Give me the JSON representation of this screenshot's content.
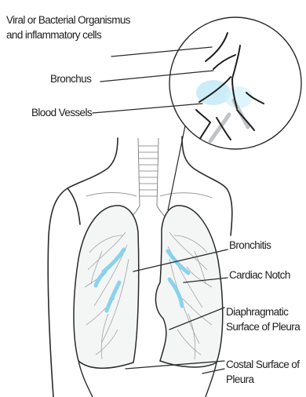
{
  "labels": {
    "viral": "Viral or Bacterial Organismus and inflammatory cells",
    "bronchus": "Bronchus",
    "blood_vessels": "Blood Vessels",
    "bronchitis": "Bronchitis",
    "cardiac_notch": "Cardiac Notch",
    "diaphragmatic": "Diaphragmatic Surface of Pleura",
    "costal": "Costal Surface of Pleura"
  },
  "colors": {
    "line": "#1d1d1d",
    "inflamed": "#8fd6ee",
    "vessel": "#bfc4c6",
    "background": "#ffffff"
  }
}
